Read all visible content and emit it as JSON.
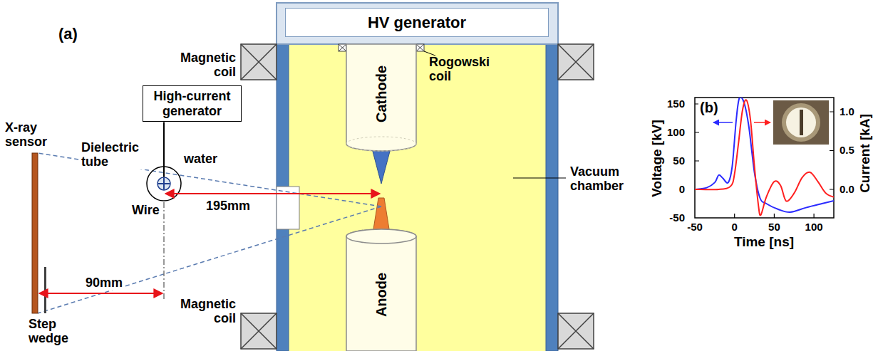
{
  "diagram": {
    "nodes": [
      {
        "text": [
          "HV generator"
        ]
      },
      {
        "text": [
          "High-current generator"
        ]
      },
      {
        "text": [
          "Cathode"
        ]
      },
      {
        "text": [
          "Anode"
        ]
      }
    ],
    "labels": [
      "(a)",
      "Magnetic coil",
      "Rogowski coil",
      "Dielectric tube",
      "water",
      "X-ray sensor",
      "Wire",
      "195mm",
      "Vacuum chamber",
      "Step wedge",
      "90mm",
      "Magnetic coil",
      "(b)",
      "Voltage [kV]",
      "150",
      "100",
      "50",
      "0",
      "-50",
      "Current [kA]",
      "1.0",
      "0.5",
      "0.0",
      "-50",
      "0",
      "50",
      "100",
      "Time [ns]"
    ]
  }
}
